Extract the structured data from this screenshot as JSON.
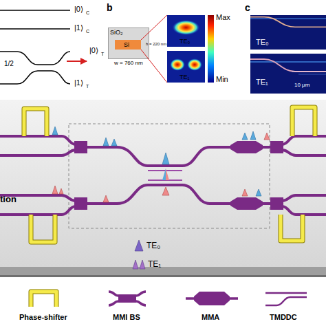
{
  "diagram": {
    "nodes": [
      {
        "text": [
          "SiO₂"
        ]
      },
      {
        "text": [
          "Si"
        ],
        "in": 0
      },
      {
        "text": [
          "TE₀"
        ]
      },
      {
        "text": [
          "TE₁"
        ]
      },
      {
        "text": [
          "TE₀"
        ]
      },
      {
        "text": [
          "TE₁"
        ]
      }
    ],
    "edges": [
      {
        "from": 1,
        "to": 2,
        "arrow": "none"
      },
      {
        "from": 1,
        "to": 3,
        "arrow": "none"
      }
    ],
    "labels": [
      "b",
      "c",
      "|0⟩",
      "C",
      "|1⟩",
      "C",
      "1/2",
      "|0⟩",
      "T",
      "|1⟩",
      "T",
      "h = 220 nm",
      "w = 760 nm",
      "Max",
      "Min",
      "10 μm",
      "tion"
    ],
    "legend": [
      {
        "text": "TE₀"
      },
      {
        "text": "TE₁"
      },
      {
        "text": "Phase-shifter"
      },
      {
        "text": "MMI BS"
      },
      {
        "text": "MMA"
      },
      {
        "text": "TMDDC"
      }
    ]
  }
}
